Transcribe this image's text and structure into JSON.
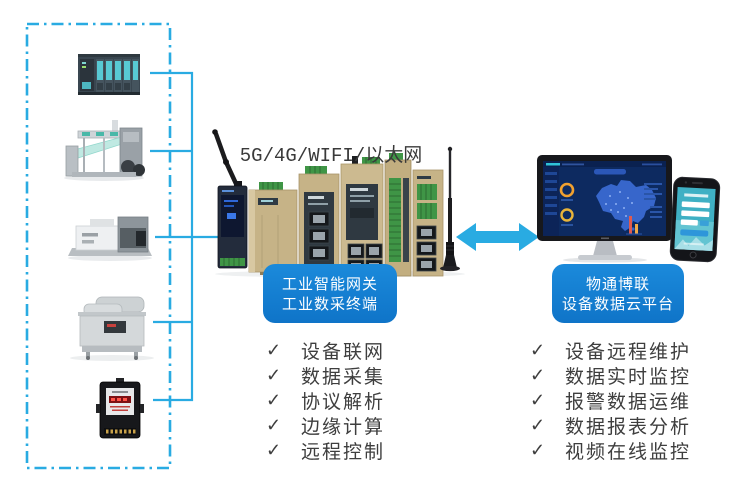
{
  "palette": {
    "line_cyan": "#29ABE2",
    "label_blue": "#1480D6",
    "text_dark": "#3A3A3A",
    "check_dark": "#3E3E3E",
    "donut_orange": "#F0A22F",
    "dashboard_navy": "#0D2A60"
  },
  "network_label": "5G/4G/WIFI/以太网",
  "check_glyph": "✓",
  "equipment_icons": [
    "plc-controller-icon",
    "textile-loom-icon",
    "cnc-machine-icon",
    "vacuum-packaging-machine-icon",
    "energy-meter-icon"
  ],
  "gateway": {
    "label_line1": "工业智能网关",
    "label_line2": "工业数采终端",
    "features": [
      "设备联网",
      "数据采集",
      "协议解析",
      "边缘计算",
      "远程控制"
    ]
  },
  "cloud": {
    "label_line1": "物通博联",
    "label_line2": "设备数据云平台",
    "features": [
      "设备远程维护",
      "数据实时监控",
      "报警数据运维",
      "数据报表分析",
      "视频在线监控"
    ]
  }
}
